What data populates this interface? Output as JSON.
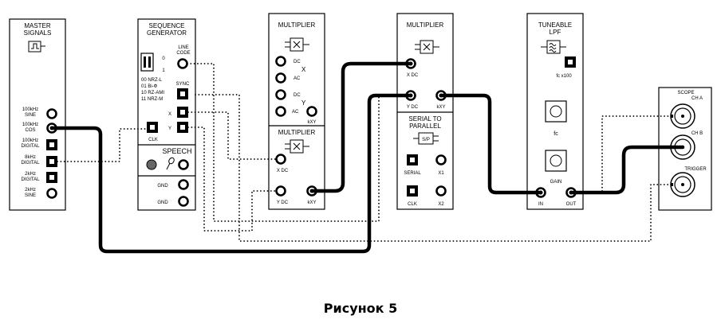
{
  "caption": "Рисунок 5",
  "modules": {
    "master": {
      "title_line1": "MASTER",
      "title_line2": "SIGNALS",
      "sockets": [
        {
          "line1": "100kHz",
          "line2": "SINE"
        },
        {
          "line1": "100kHz",
          "line2": "COS"
        },
        {
          "line1": "100kHz",
          "line2": "DIGITAL"
        },
        {
          "line1": "8kHz",
          "line2": "DIGITAL"
        },
        {
          "line1": "2kHz",
          "line2": "DIGITAL"
        },
        {
          "line1": "2kHz",
          "line2": "SINE"
        }
      ]
    },
    "seqgen": {
      "title_line1": "SEQUENCE",
      "title_line2": "GENERATOR",
      "line_code_line1": "LINE",
      "line_code_line2": "CODE",
      "switch_0": "0",
      "switch_1": "1",
      "codes": [
        "00 NRZ-L",
        "01 Bi-Ф",
        "10 RZ-AMI",
        "11 NRZ-M"
      ],
      "sync": "SYNC",
      "x": "X",
      "y": "Y",
      "clk": "CLK",
      "speech": "SPEECH",
      "gnd1": "GND",
      "gnd2": "GND"
    },
    "mult1": {
      "title": "MULTIPLIER",
      "dc1": "DC",
      "x": "X",
      "ac1": "AC",
      "dc2": "DC",
      "y": "Y",
      "ac2": "AC",
      "kxy": "kXY"
    },
    "mult2": {
      "title": "MULTIPLIER",
      "xdc": "X DC",
      "ydc": "Y DC",
      "kxy": "kXY"
    },
    "mult3": {
      "title": "MULTIPLIER",
      "xdc": "X DC",
      "ydc": "Y DC",
      "kxy": "kXY"
    },
    "s2p": {
      "title_line1": "SERIAL TO",
      "title_line2": "PARALLEL",
      "box": "S/P",
      "serial": "SERIAL",
      "x1": "X1",
      "clk": "CLK",
      "x2": "X2"
    },
    "lpf": {
      "title_line1": "TUNEABLE",
      "title_line2": "LPF",
      "fcx100": "fc x100",
      "fc": "fc",
      "gain": "GAIN",
      "in": "IN",
      "out": "OUT"
    },
    "scope": {
      "scope": "SCOPE",
      "cha": "CH A",
      "chb": "CH B",
      "trigger": "TRIGGER"
    }
  }
}
